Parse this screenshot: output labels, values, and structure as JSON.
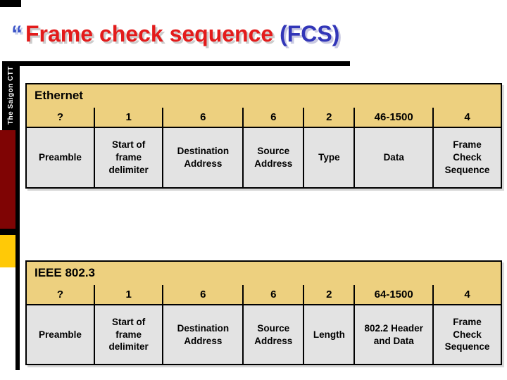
{
  "title": {
    "bullet": "“",
    "main": "Frame check sequence ",
    "accent": "(FCS)"
  },
  "sidebar": {
    "brand": "The Saigon CTT"
  },
  "tables": [
    {
      "name": "Ethernet",
      "sizes": [
        "?",
        "1",
        "6",
        "6",
        "2",
        "46-1500",
        "4"
      ],
      "fields": [
        [
          "Preamble"
        ],
        [
          "Start of",
          "frame",
          "delimiter"
        ],
        [
          "Destination",
          "Address"
        ],
        [
          "Source",
          "Address"
        ],
        [
          "Type"
        ],
        [
          "Data"
        ],
        [
          "Frame",
          "Check",
          "Sequence"
        ]
      ]
    },
    {
      "name": "IEEE 802.3",
      "sizes": [
        "?",
        "1",
        "6",
        "6",
        "2",
        "64-1500",
        "4"
      ],
      "fields": [
        [
          "Preamble"
        ],
        [
          "Start of",
          "frame",
          "delimiter"
        ],
        [
          "Destination",
          "Address"
        ],
        [
          "Source",
          "Address"
        ],
        [
          "Length"
        ],
        [
          "802.2 Header",
          "and Data"
        ],
        [
          "Frame",
          "Check",
          "Sequence"
        ]
      ]
    }
  ],
  "colors": {
    "title_red": "#e31b1b",
    "title_blue": "#3236b8",
    "band_yellow": "#edd07f",
    "cell_gray": "#e3e3e3",
    "sidebar_maroon": "#7f0404",
    "sidebar_gold": "#ffc907",
    "line_black": "#000000"
  }
}
